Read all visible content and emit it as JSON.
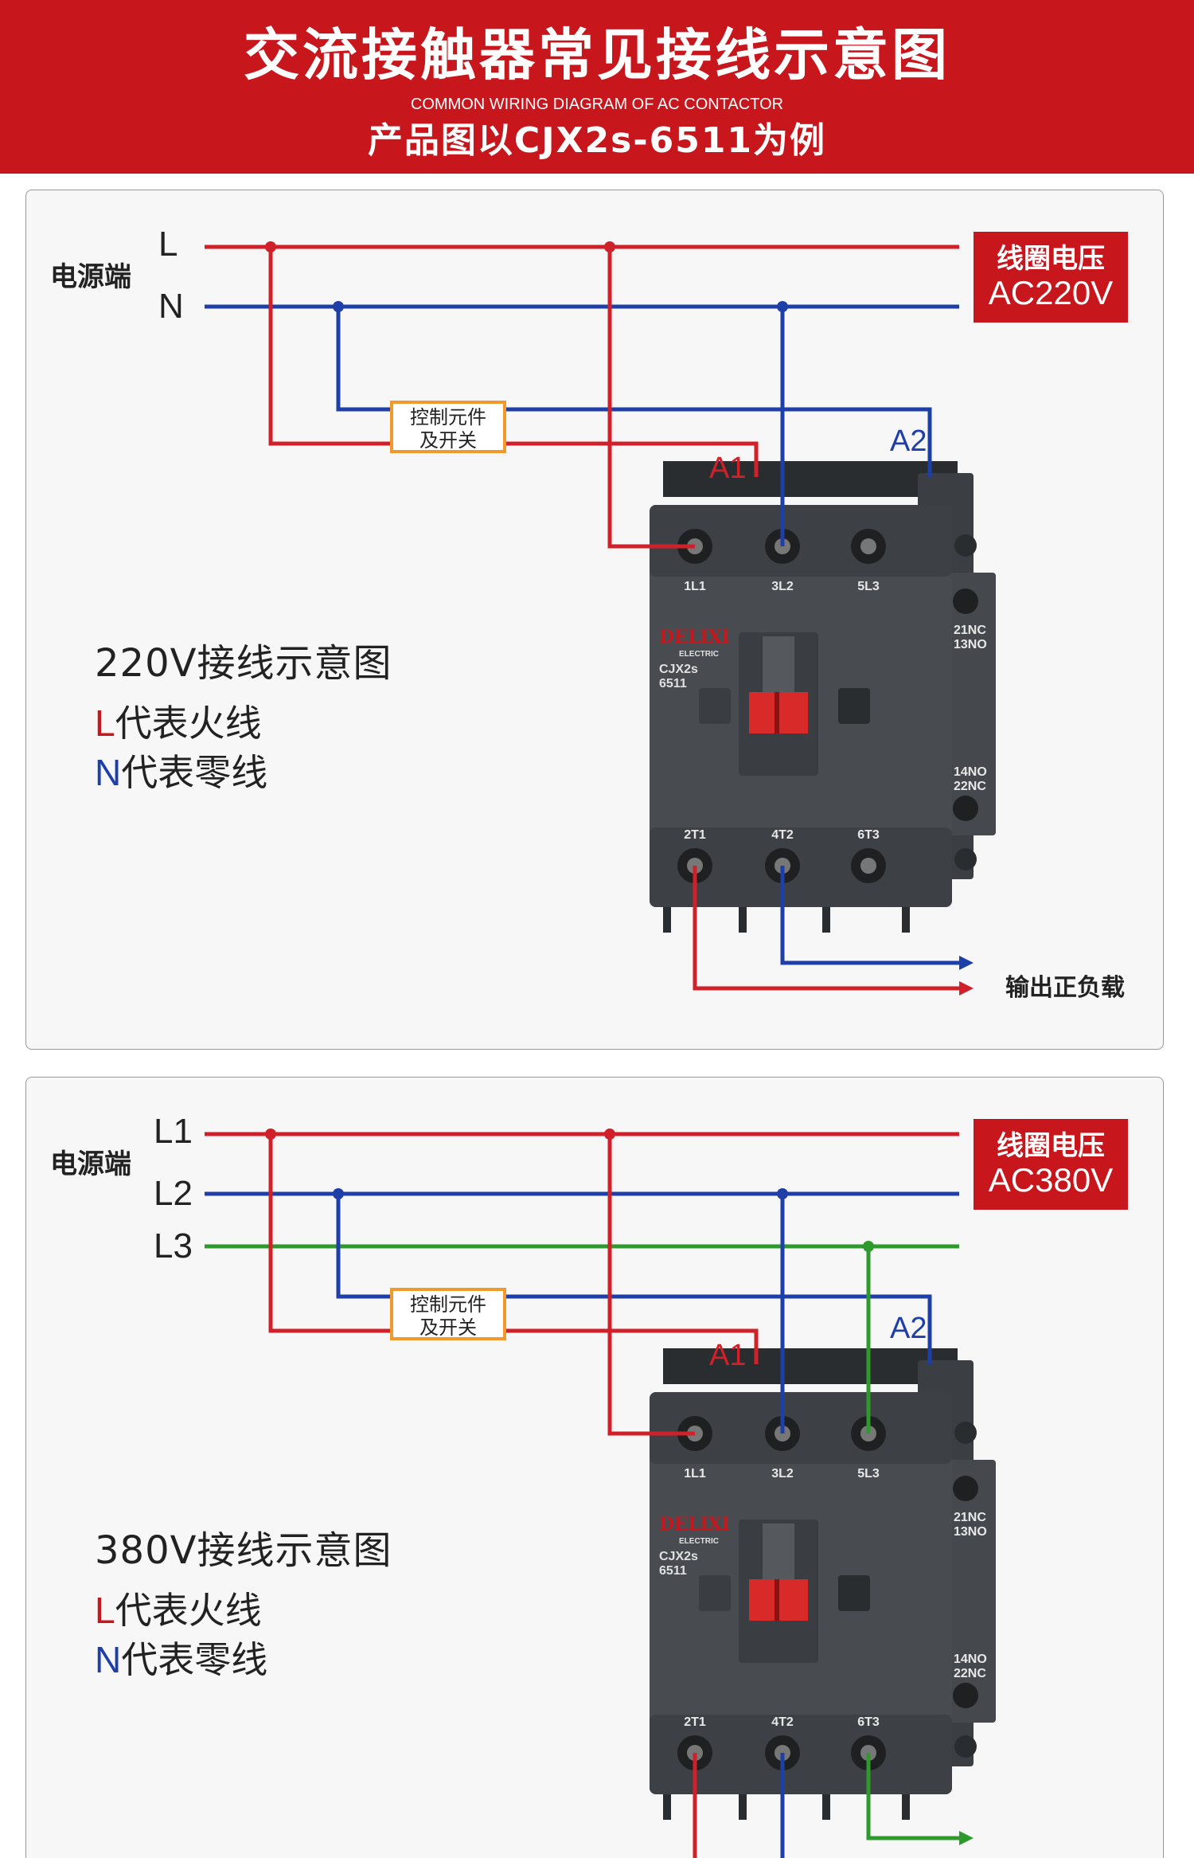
{
  "header": {
    "title": "交流接触器常见接线示意图",
    "subtitle": "COMMON WIRING DIAGRAM OF AC CONTACTOR",
    "model_line": "产品图以CJX2s-6511为例"
  },
  "colors": {
    "live": "#d0202a",
    "neutral": "#1f3fa8",
    "phase3": "#2e9a2e",
    "control_box": "#f19a2b",
    "accent": "#c8161d"
  },
  "contactor": {
    "brand": "DELIXI",
    "brand_sub": "ELECTRIC",
    "model_a": "CJX2s",
    "model_b": "6511",
    "top_terminals": [
      "1L1",
      "3L2",
      "5L3"
    ],
    "bottom_terminals": [
      "2T1",
      "4T2",
      "6T3"
    ],
    "aux_nc_a": "21NC",
    "aux_nc_b": "13NO",
    "aux_no_a": "14NO",
    "aux_no_b": "22NC"
  },
  "panel1": {
    "source_label": "电源端",
    "lines": [
      "L",
      "N"
    ],
    "coil_title": "线圈电压",
    "coil_voltage": "AC220V",
    "control_box": [
      "控制元件",
      "及开关"
    ],
    "a1": "A1",
    "a2": "A2",
    "title": "220V接线示意图",
    "legend": [
      {
        "key": "L",
        "text": "代表火线"
      },
      {
        "key": "N",
        "text": "代表零线"
      }
    ],
    "output_label": "输出正负载"
  },
  "panel2": {
    "source_label": "电源端",
    "lines": [
      "L1",
      "L2",
      "L3"
    ],
    "coil_title": "线圈电压",
    "coil_voltage": "AC380V",
    "control_box": [
      "控制元件",
      "及开关"
    ],
    "a1": "A1",
    "a2": "A2",
    "title": "380V接线示意图",
    "legend": [
      {
        "key": "L",
        "text": "代表火线"
      },
      {
        "key": "N",
        "text": "代表零线"
      }
    ]
  }
}
